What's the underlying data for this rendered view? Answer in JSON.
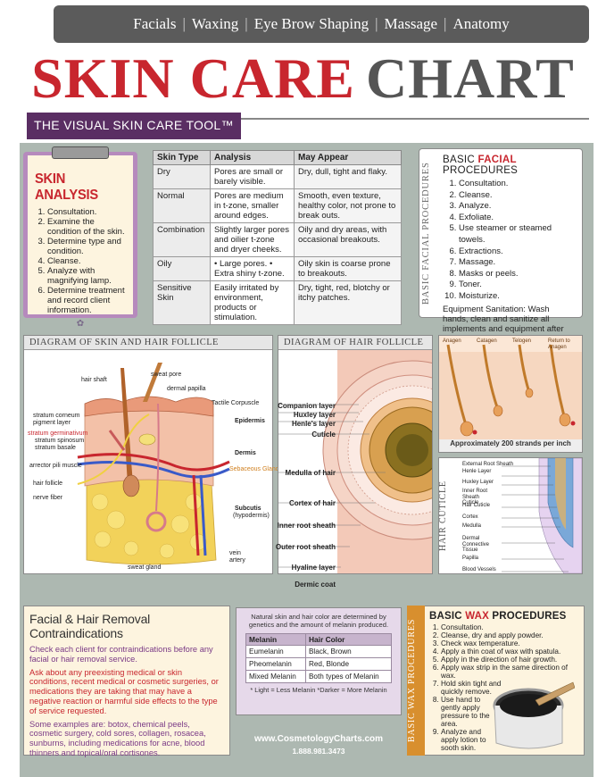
{
  "nav": [
    "Facials",
    "Waxing",
    "Eye Brow Shaping",
    "Massage",
    "Anatomy"
  ],
  "title": {
    "part1": "SKIN CARE",
    "part2": "CHART"
  },
  "banner": "THE VISUAL SKIN CARE TOOL™",
  "skin_analysis": {
    "heading": "SKIN ANALYSIS",
    "steps": [
      "Consultation.",
      "Examine the condition of the skin.",
      "Determine type and condition.",
      "Cleanse.",
      "Analyze with magnifying lamp.",
      "Determine treatment and record client information."
    ]
  },
  "skin_table": {
    "headers": [
      "Skin Type",
      "Analysis",
      "May Appear"
    ],
    "rows": [
      [
        "Dry",
        "Pores are small or barely visible.",
        "Dry, dull, tight and flaky."
      ],
      [
        "Normal",
        "Pores are medium in t-zone, smaller around edges.",
        "Smooth, even texture, healthy color, not prone to break outs."
      ],
      [
        "Combination",
        "Slightly larger pores and oilier t-zone and dryer cheeks.",
        "Oily and dry areas, with occasional breakouts."
      ],
      [
        "Oily",
        "• Large pores. • Extra shiny t-zone.",
        "Oily skin is coarse prone to breakouts."
      ],
      [
        "Sensitive Skin",
        "Easily irritated by environment, products or stimulation.",
        "Dry, tight, red, blotchy or itchy patches."
      ]
    ]
  },
  "facial": {
    "side_label": "BASIC FACIAL PROCEDURES",
    "heading_pre": "BASIC ",
    "heading_accent": "FACIAL",
    "heading_post": " PROCEDURES",
    "steps": [
      "Consultation.",
      "Cleanse.",
      "Analyze.",
      "Exfoliate.",
      "Use steamer or steamed towels.",
      "Extractions.",
      "Massage.",
      "Masks or peels.",
      "Toner.",
      "Moisturize."
    ],
    "note": "Equipment Sanitation: Wash hands, clean and sanitize all implements and equipment after each client."
  },
  "skin_diagram": {
    "title": "DIAGRAM OF SKIN AND HAIR FOLLICLE",
    "labels": {
      "hair_shaft": "hair shaft",
      "sweat_pore": "sweat pore",
      "dermal_papilla": "dermal papilla",
      "tactile": "Tactile Corpuscle",
      "corneum": "stratum corneum",
      "pigment": "pigment layer",
      "germinativum": "stratum germinativum",
      "spinosum": "stratum spinosum",
      "basale": "stratum basale",
      "arrector": "arrector pili muscle",
      "follicle": "hair follicle",
      "nerve": "nerve fiber",
      "epidermis": "Epidermis",
      "dermis": "Dermis",
      "sebaceous": "Sebaceous Gland",
      "subcutis": "Subcutis",
      "hypodermis": "(hypodermis)",
      "vein": "vein",
      "artery": "artery",
      "sweat_gland": "sweat gland"
    }
  },
  "follicle_diagram": {
    "title": "DIAGRAM OF HAIR FOLLICLE",
    "labels": [
      "Companion layer",
      "Huxley layer",
      "Henle's layer",
      "Cuticle",
      "Medulla of hair",
      "Cortex of hair",
      "Inner root sheath",
      "Outer root sheath",
      "Hyaline layer",
      "Dermic coat"
    ]
  },
  "growth": {
    "stages": [
      "Anagen",
      "Catagen",
      "Telogen",
      "Return to Anagen"
    ],
    "caption": "Approximately 200 strands per inch"
  },
  "cuticle": {
    "side_label": "HAIR CUTICLE",
    "labels": [
      "External Root Sheath",
      "Henle Layer",
      "Huxley Layer",
      "Inner Root Sheath Cuticle",
      "Hair Cuticle",
      "Cortex",
      "Medulla",
      "Dermal Connective Tissue",
      "Papilla",
      "Blood Vessels"
    ]
  },
  "contra": {
    "heading": "Facial & Hair Removal Contraindications",
    "p1": "Check each client for contraindications before any facial or hair removal service.",
    "p2": "Ask about any preexisting medical or skin conditions, recent medical or cosmetic surgeries, or medications they are taking that may have a negative reaction or harmful side effects to the type of service requested.",
    "p3": "Some examples are: botox, chemical peels, cosmetic surgery, cold sores, collagen, rosacea, sunburns, including medications for acne, blood thinners and topical/oral cortisones."
  },
  "melanin": {
    "intro": "Natural skin and hair color are determined by genetics and the amount of melanin produced.",
    "headers": [
      "Melanin",
      "Hair Color"
    ],
    "rows": [
      [
        "Eumelanin",
        "Black, Brown"
      ],
      [
        "Pheomelanin",
        "Red, Blonde"
      ],
      [
        "Mixed Melanin",
        "Both types of Melanin"
      ]
    ],
    "footnote": "* Light = Less Melanin  *Darker = More Melanin"
  },
  "website": "www.CosmetologyCharts.com",
  "phone": "1.888.981.3473",
  "wax": {
    "side_label": "BASIC WAX PROCEDURES",
    "heading_pre": "BASIC ",
    "heading_accent": "WAX",
    "heading_post": " PROCEDURES",
    "steps": [
      "Consultation.",
      "Cleanse, dry and apply powder.",
      "Check wax temperature.",
      "Apply a thin coat of wax with spatula.",
      "Apply in the direction of hair growth.",
      "Apply wax strip in the same direction of wax.",
      "Hold skin tight and quickly remove.",
      "Use hand to gently apply pressure to the area.",
      "Analyze and apply lotion to sooth skin."
    ]
  },
  "colors": {
    "brand_red": "#c8262e",
    "title_gray": "#555555",
    "banner_purple": "#5a2e63",
    "panel": "#adb8b1",
    "wax_orange": "#d88f2e"
  }
}
